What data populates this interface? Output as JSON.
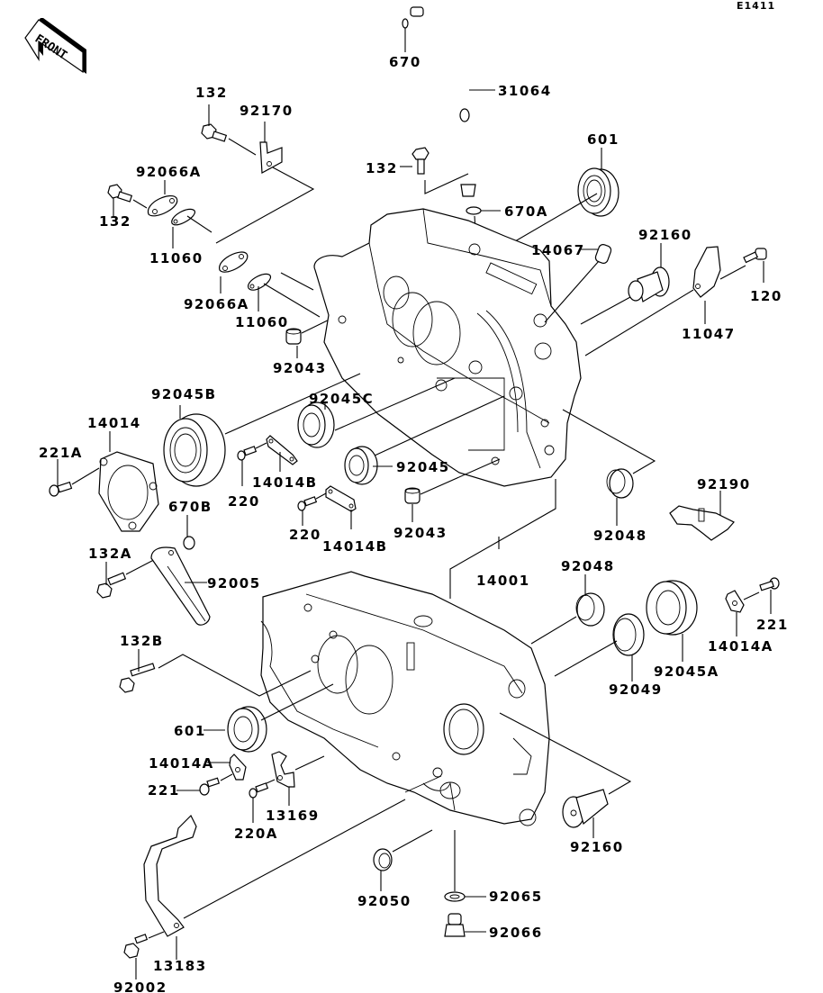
{
  "diagram": {
    "code": "E1411",
    "front_label": "FRONT",
    "labels": [
      {
        "id": "l670",
        "text": "670"
      },
      {
        "id": "l31064",
        "text": "31064"
      },
      {
        "id": "l132a",
        "text": "132"
      },
      {
        "id": "l92170",
        "text": "92170"
      },
      {
        "id": "l92066A_1",
        "text": "92066A"
      },
      {
        "id": "l132b",
        "text": "132"
      },
      {
        "id": "l11060_1",
        "text": "11060"
      },
      {
        "id": "l132c",
        "text": "132"
      },
      {
        "id": "l670A",
        "text": "670A"
      },
      {
        "id": "l601_1",
        "text": "601"
      },
      {
        "id": "l14067",
        "text": "14067"
      },
      {
        "id": "l92160_1",
        "text": "92160"
      },
      {
        "id": "l120",
        "text": "120"
      },
      {
        "id": "l11047",
        "text": "11047"
      },
      {
        "id": "l92066A_2",
        "text": "92066A"
      },
      {
        "id": "l11060_2",
        "text": "11060"
      },
      {
        "id": "l92043_1",
        "text": "92043"
      },
      {
        "id": "l92045B",
        "text": "92045B"
      },
      {
        "id": "l92045C",
        "text": "92045C"
      },
      {
        "id": "l14014",
        "text": "14014"
      },
      {
        "id": "l221A",
        "text": "221A"
      },
      {
        "id": "l220_1",
        "text": "220"
      },
      {
        "id": "l14014B_1",
        "text": "14014B"
      },
      {
        "id": "l92045",
        "text": "92045"
      },
      {
        "id": "l670B",
        "text": "670B"
      },
      {
        "id": "l220_2",
        "text": "220"
      },
      {
        "id": "l14014B_2",
        "text": "14014B"
      },
      {
        "id": "l92043_2",
        "text": "92043"
      },
      {
        "id": "l92048_1",
        "text": "92048"
      },
      {
        "id": "l92190",
        "text": "92190"
      },
      {
        "id": "l132A",
        "text": "132A"
      },
      {
        "id": "l92005",
        "text": "92005"
      },
      {
        "id": "l14001",
        "text": "14001"
      },
      {
        "id": "l92048_2",
        "text": "92048"
      },
      {
        "id": "l221_1",
        "text": "221"
      },
      {
        "id": "l14014A_1",
        "text": "14014A"
      },
      {
        "id": "l132B",
        "text": "132B"
      },
      {
        "id": "l92049",
        "text": "92049"
      },
      {
        "id": "l92045A",
        "text": "92045A"
      },
      {
        "id": "l601_2",
        "text": "601"
      },
      {
        "id": "l14014A_2",
        "text": "14014A"
      },
      {
        "id": "l221_2",
        "text": "221"
      },
      {
        "id": "l220A",
        "text": "220A"
      },
      {
        "id": "l13169",
        "text": "13169"
      },
      {
        "id": "l92160_2",
        "text": "92160"
      },
      {
        "id": "l92050",
        "text": "92050"
      },
      {
        "id": "l92065",
        "text": "92065"
      },
      {
        "id": "l92066",
        "text": "92066"
      },
      {
        "id": "l13183",
        "text": "13183"
      },
      {
        "id": "l92002",
        "text": "92002"
      }
    ]
  }
}
